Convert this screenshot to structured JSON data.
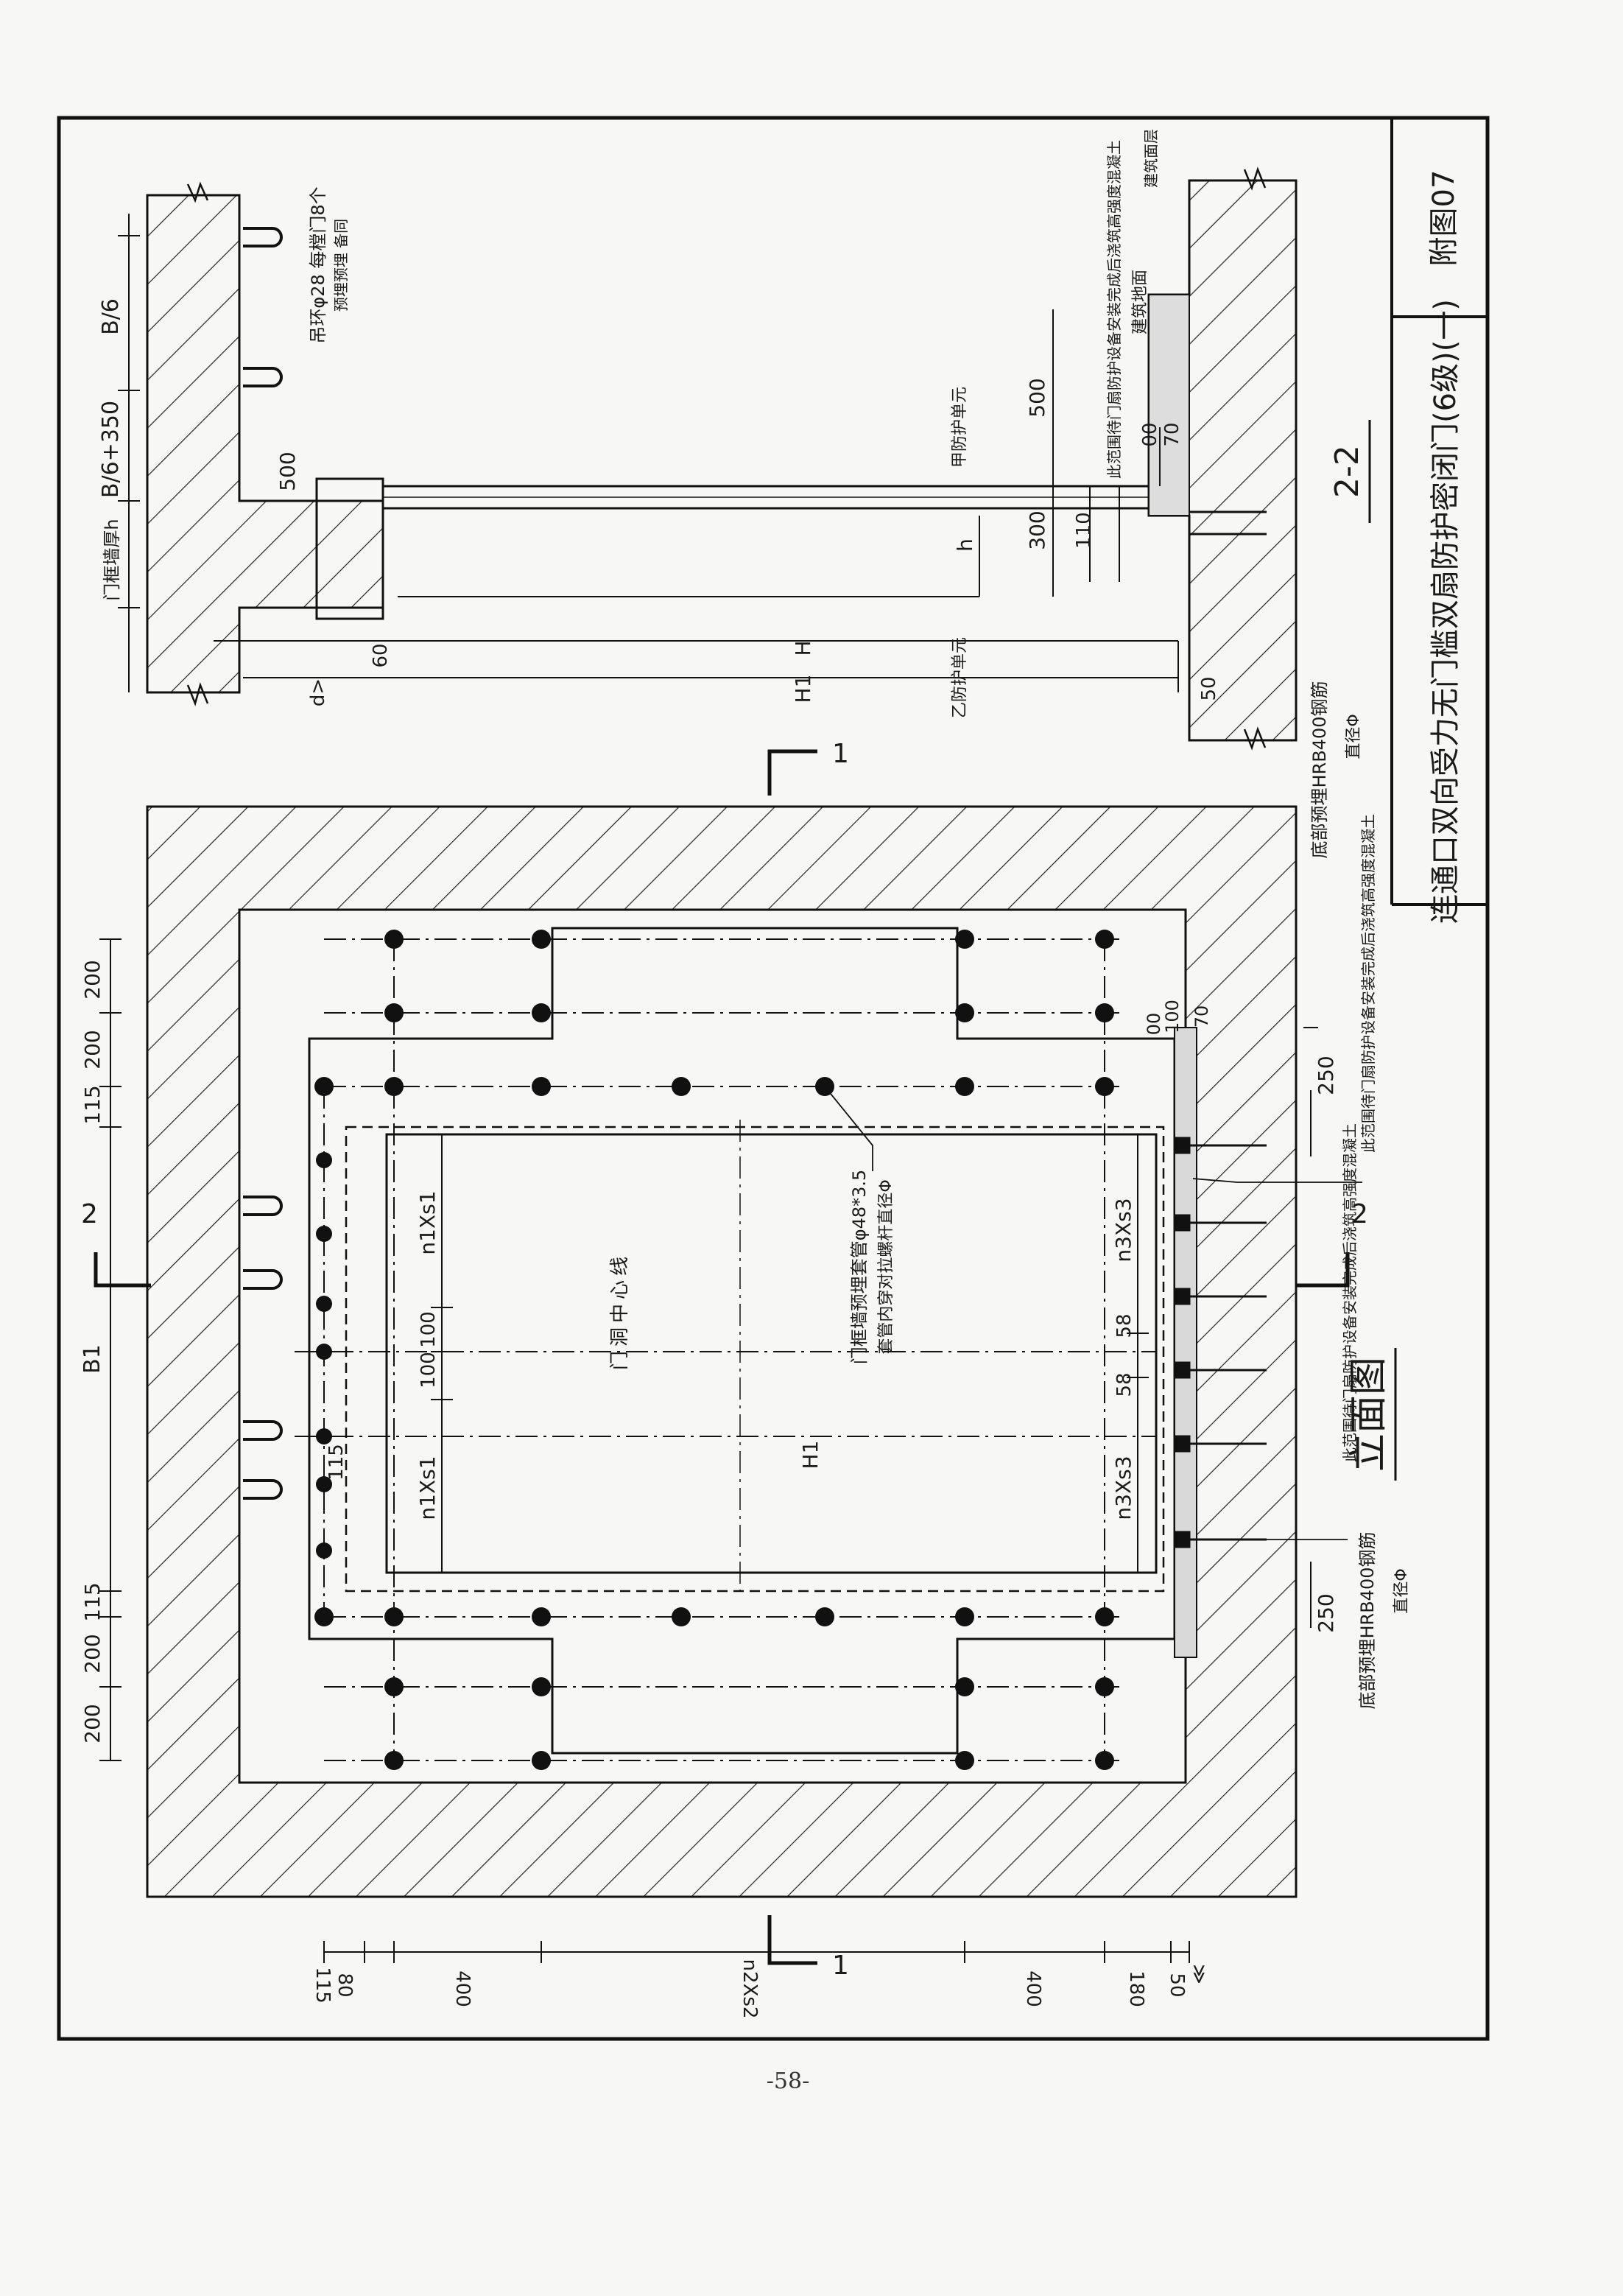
{
  "title_block": {
    "title": "连通口双向受力无门槛双扇防护密闭门(6级)(一)",
    "sheet_id": "附图07"
  },
  "page_number": "-58-",
  "section_view": {
    "label": "2-2",
    "dims": [
      "B/6",
      "B/6+350",
      "500",
      "门框墙厚h",
      "h",
      "300",
      "110",
      "500",
      "00",
      "70",
      "H",
      "H1",
      "60",
      "50",
      "d>"
    ],
    "notes": {
      "hook": "吊环φ28 每樘门8个",
      "hook_sub": "预埋预埋 备同",
      "unit_a": "甲防护单元",
      "unit_b": "乙防护单元",
      "finish_floor": "建筑地面",
      "backfill": "此范围待门扇防护设备安装完成后浇筑高强度混凝土",
      "rebar": "底部预埋HRB400钢筋",
      "rebar_sub": "直径Φ",
      "finish_label": "建筑面层"
    }
  },
  "elevation_view": {
    "label": "立面图",
    "section_marks": {
      "cut1": "1",
      "cut2": "2"
    },
    "dims_left": [
      "200",
      "200",
      "115",
      "B1",
      "115",
      "200",
      "200"
    ],
    "dims_bottom": [
      "80",
      "115",
      "400",
      "n2Xs2",
      "400",
      "180",
      "50",
      "≫"
    ],
    "dims_inner": [
      "n1Xs1",
      "100",
      "100",
      "n1Xs1",
      "115",
      "58",
      "58",
      "n3Xs3",
      "n3Xs3",
      "250",
      "250",
      "70",
      "00",
      "100",
      "H1"
    ],
    "notes": {
      "center": "门洞中心线",
      "sleeve": "门框墙预埋套管φ48*3.5",
      "sleeve_sub": "套管内穿对拉螺杆直径Φ",
      "backfill_top": "此范围待门扇防护设备安装完成后浇筑高强度混凝土",
      "backfill_side": "此范围待门扇防护设备安装完成后浇筑高强度混凝土",
      "rebar": "底部预埋HRB400钢筋",
      "rebar_sub": "直径Φ"
    }
  }
}
